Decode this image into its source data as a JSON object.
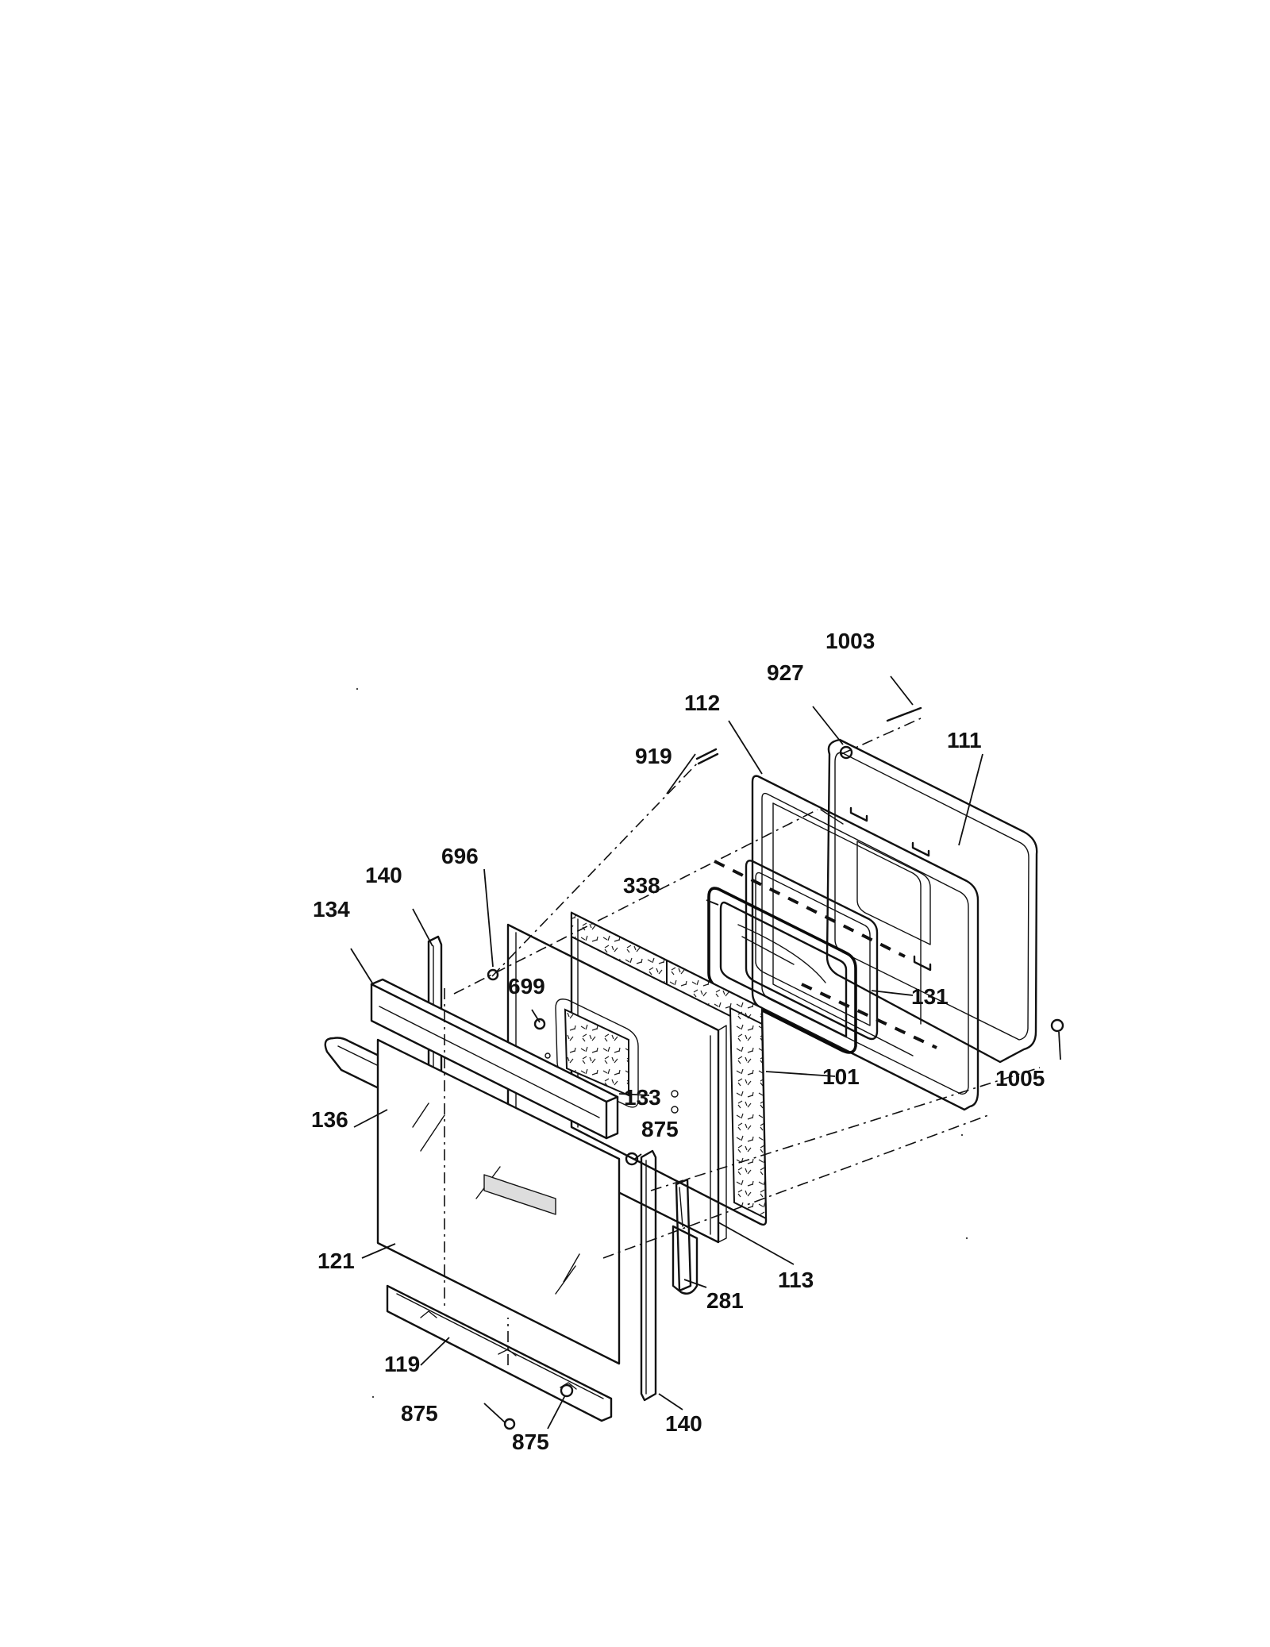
{
  "callouts": [
    {
      "id": "c-1003",
      "text": "1003"
    },
    {
      "id": "c-927",
      "text": "927"
    },
    {
      "id": "c-112",
      "text": "112"
    },
    {
      "id": "c-111",
      "text": "111"
    },
    {
      "id": "c-919",
      "text": "919"
    },
    {
      "id": "c-696",
      "text": "696"
    },
    {
      "id": "c-140a",
      "text": "140"
    },
    {
      "id": "c-338",
      "text": "338"
    },
    {
      "id": "c-134",
      "text": "134"
    },
    {
      "id": "c-699",
      "text": "699"
    },
    {
      "id": "c-131",
      "text": "131"
    },
    {
      "id": "c-1005",
      "text": "1005"
    },
    {
      "id": "c-101",
      "text": "101"
    },
    {
      "id": "c-133",
      "text": "133"
    },
    {
      "id": "c-136",
      "text": "136"
    },
    {
      "id": "c-875a",
      "text": "875"
    },
    {
      "id": "c-121",
      "text": "121"
    },
    {
      "id": "c-113",
      "text": "113"
    },
    {
      "id": "c-281",
      "text": "281"
    },
    {
      "id": "c-119",
      "text": "119"
    },
    {
      "id": "c-875b",
      "text": "875"
    },
    {
      "id": "c-875c",
      "text": "875"
    },
    {
      "id": "c-140b",
      "text": "140"
    }
  ]
}
